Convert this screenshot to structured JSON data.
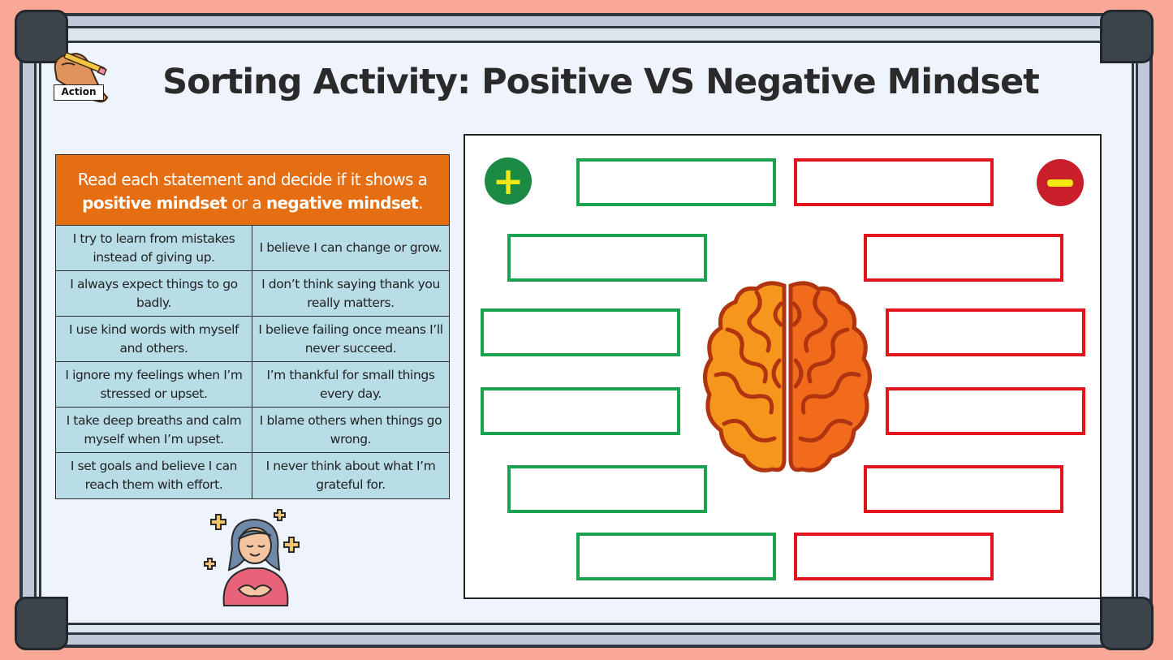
{
  "title": "Sorting Activity: Positive VS Negative Mindset",
  "action_label": "Action",
  "instructions": {
    "line1": "Read each statement and decide if it shows a",
    "positive": "positive mindset",
    "or": " or a ",
    "negative": "negative mindset",
    "end": "."
  },
  "statements": [
    [
      "I try to learn from mistakes instead of giving up.",
      "I believe I can change or grow."
    ],
    [
      "I always expect things to go badly.",
      "I don’t think saying thank you really matters."
    ],
    [
      "I use kind words with myself and others.",
      "I believe failing once means I’ll never succeed."
    ],
    [
      "I ignore my feelings when I’m stressed or upset.",
      "I’m thankful for small things every day."
    ],
    [
      "I take deep breaths and calm myself when I’m upset.",
      "I blame others when things go wrong."
    ],
    [
      "I set goals and believe I can reach them with effort.",
      "I never think about what I’m grateful for."
    ]
  ],
  "positive_symbol": "+",
  "colors": {
    "positive": "#1aa24f",
    "negative": "#e1141e",
    "header": "#e56e12",
    "table_bg": "#b8dde7",
    "background": "#f9a896"
  },
  "icons": [
    "writing-hand-icon",
    "plus-icon",
    "minus-icon",
    "brain-icon",
    "calm-girl-icon"
  ]
}
